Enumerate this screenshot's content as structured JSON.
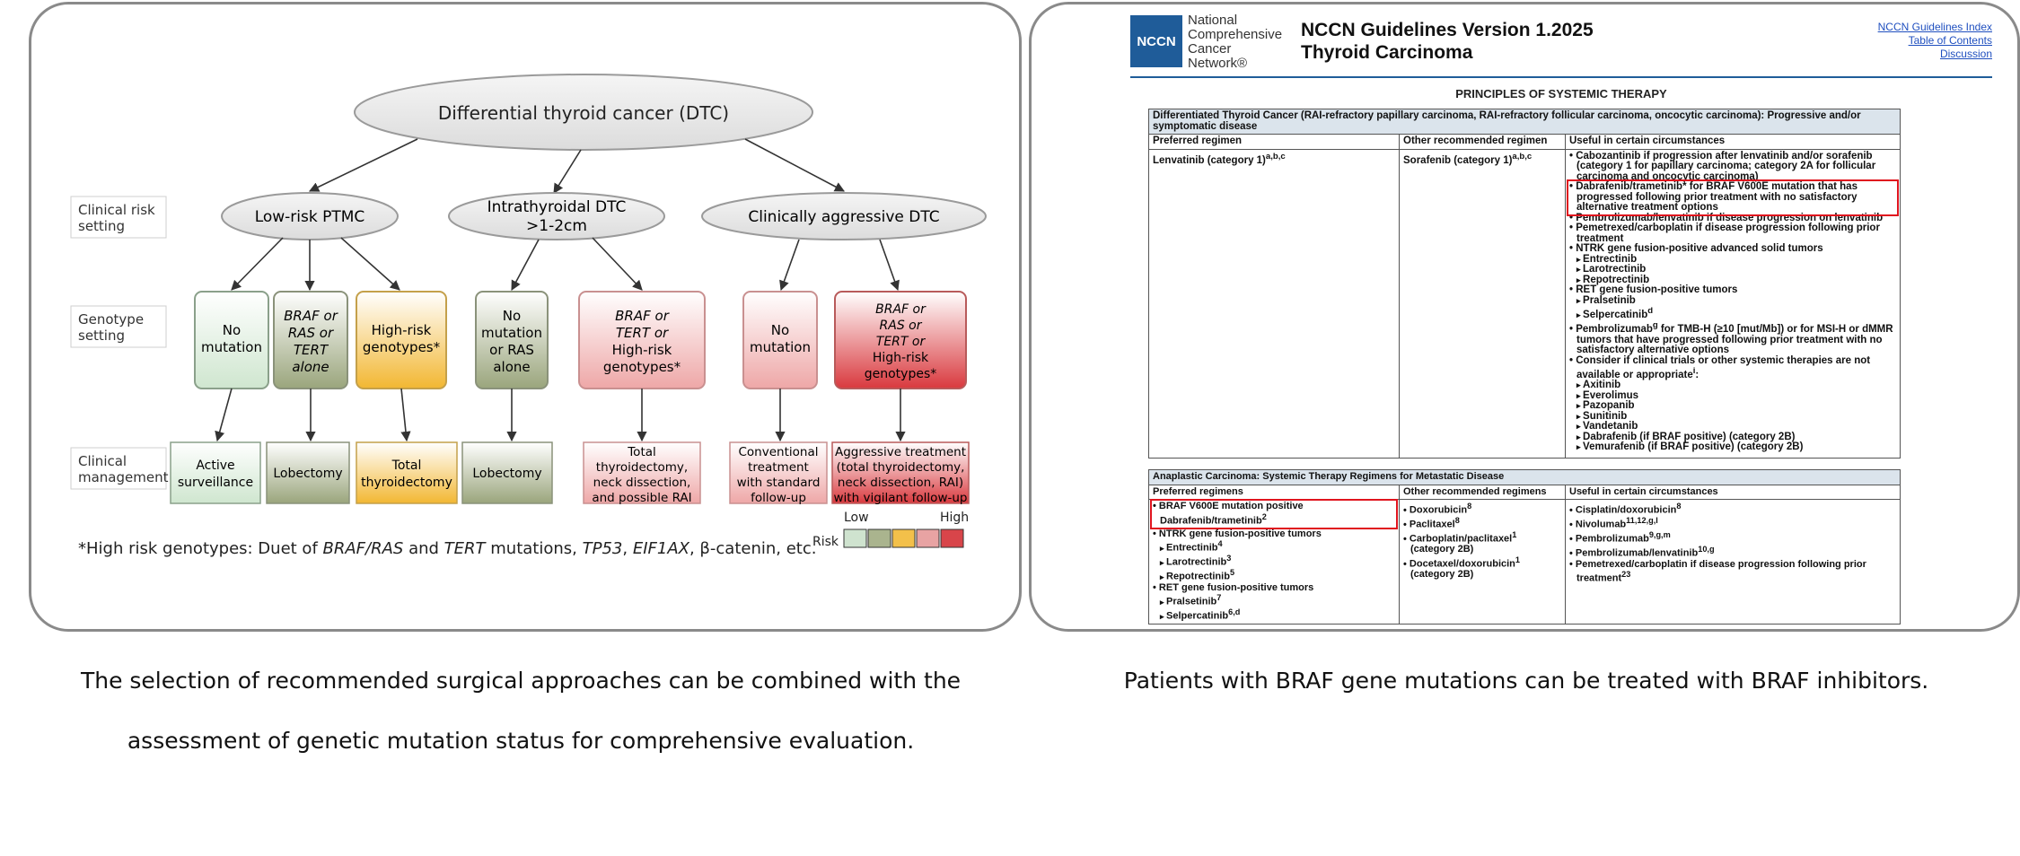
{
  "left": {
    "title_node": "Differential thyroid cancer (DTC)",
    "categories": [
      {
        "label": "Low-risk PTMC"
      },
      {
        "label_line1": "Intrathyroidal DTC",
        "label_line2": ">1-2cm"
      },
      {
        "label": "Clinically aggressive DTC"
      }
    ],
    "row_labels": {
      "clinical_risk": [
        "Clinical risk",
        "setting"
      ],
      "genotype": [
        "Genotype",
        "setting"
      ],
      "management": [
        "Clinical",
        "management"
      ]
    },
    "genotypes": [
      [
        "No",
        "mutation"
      ],
      [
        "BRAF or",
        "RAS or",
        "TERT",
        "alone"
      ],
      [
        "High-risk",
        "genotypes*"
      ],
      [
        "No",
        "mutation",
        "or RAS",
        "alone"
      ],
      [
        "BRAF or",
        "TERT or",
        "High-risk",
        "genotypes*"
      ],
      [
        "No",
        "mutation"
      ],
      [
        "BRAF or",
        "RAS or",
        "TERT or",
        "High-risk",
        "genotypes*"
      ]
    ],
    "managements": [
      [
        "Active",
        "surveillance"
      ],
      [
        "Lobectomy"
      ],
      [
        "Total",
        "thyroidectomy"
      ],
      [
        "Lobectomy"
      ],
      [
        "Total",
        "thyroidectomy,",
        "neck dissection,",
        "and possible RAI"
      ],
      [
        "Conventional",
        "treatment",
        "with standard",
        "follow-up"
      ],
      [
        "Aggressive treatment",
        "(total thyroidectomy,",
        "neck dissection, RAI)",
        "with vigilant follow-up"
      ]
    ],
    "footnote": {
      "p1": "*High risk genotypes: Duet of ",
      "braf_ras": "BRAF/RAS",
      "p2": " and ",
      "tert": "TERT",
      "p3": " mutations, ",
      "tp53": "TP53",
      "p4": ", ",
      "eif1ax": "EIF1AX",
      "p5": ", β-catenin, etc."
    },
    "risk_legend": {
      "label": "Risk",
      "low": "Low",
      "high": "High",
      "colors": [
        "#cfe3cf",
        "#aab48e",
        "#f3c04a",
        "#e8a3a3",
        "#d8454a"
      ]
    },
    "colors": {
      "green": "#d9ecd8",
      "olive": "#a6b08a",
      "amber": "#f3bf45",
      "pink": "#f1c6c6",
      "red": "#e05558"
    }
  },
  "right": {
    "logo_text": "NCCN",
    "org_lines": [
      "National",
      "Comprehensive",
      "Cancer",
      "Network®"
    ],
    "guide_version": "NCCN Guidelines Version 1.2025",
    "guide_topic": "Thyroid Carcinoma",
    "links": [
      "NCCN Guidelines Index",
      "Table of Contents",
      "Discussion"
    ],
    "section_title": "PRINCIPLES OF SYSTEMIC THERAPY",
    "table1": {
      "title": "Differentiated Thyroid Cancer (RAI-refractory papillary carcinoma, RAI-refractory follicular carcinoma, oncocytic carcinoma): Progressive and/or symptomatic disease",
      "headers": [
        "Preferred regimen",
        "Other recommended regimen",
        "Useful in certain circumstances"
      ],
      "preferred": "Lenvatinib (category 1)",
      "preferred_sup": "a,b,c",
      "other": "Sorafenib (category 1)",
      "other_sup": "a,b,c",
      "useful_1": "Cabozantinib if progression after lenvatinib and/or sorafenib (category 1 for papillary carcinoma; category 2A for follicular carcinoma and oncocytic carcinoma)",
      "useful_2": "Dabrafenib/trametinib* for BRAF V600E mutation that has progressed following prior treatment with no satisfactory alternative treatment options",
      "useful_3": "Pembrolizumab/lenvatinib if disease progression on lenvatinib",
      "useful_4": "Pemetrexed/carboplatin if disease progression following prior treatment",
      "useful_5": "NTRK gene fusion-positive advanced solid tumors",
      "useful_5a": "Entrectinib",
      "useful_5b": "Larotrectinib",
      "useful_5c": "Repotrectinib",
      "useful_6": "RET gene fusion-positive tumors",
      "useful_6a": "Pralsetinib",
      "useful_6b": "Selpercatinib",
      "useful_6b_sup": "d",
      "useful_7": "Pembrolizumab",
      "useful_7_sup": "g",
      "useful_7_rest": " for TMB-H (≥10 [mut/Mb]) or for MSI-H or dMMR tumors that have progressed following prior treatment with no satisfactory alternative options",
      "useful_8": "Consider if clinical trials or other systemic therapies are not available or appropriate",
      "useful_8_sup": "i",
      "useful_8a": "Axitinib",
      "useful_8b": "Everolimus",
      "useful_8c": "Pazopanib",
      "useful_8d": "Sunitinib",
      "useful_8e": "Vandetanib",
      "useful_8f": "Dabrafenib (if BRAF positive) (category 2B)",
      "useful_8g": "Vemurafenib (if BRAF positive) (category 2B)"
    },
    "table2": {
      "title": "Anaplastic Carcinoma: Systemic Therapy Regimens for Metastatic Disease",
      "headers": [
        "Preferred regimens",
        "Other recommended regimens",
        "Useful in certain circumstances"
      ],
      "pref_1": "BRAF V600E mutation positive",
      "pref_1a": "Dabrafenib/trametinib",
      "pref_1a_sup": "2",
      "pref_2": "NTRK gene fusion-positive tumors",
      "pref_2a": "Entrectinib",
      "pref_2a_sup": "4",
      "pref_2b": "Larotrectinib",
      "pref_2b_sup": "3",
      "pref_2c": "Repotrectinib",
      "pref_2c_sup": "5",
      "pref_3": "RET gene fusion-positive tumors",
      "pref_3a": "Pralsetinib",
      "pref_3a_sup": "7",
      "pref_3b": "Selpercatinib",
      "pref_3b_sup": "6,d",
      "other_1": "Doxorubicin",
      "other_1_sup": "8",
      "other_2": "Paclitaxel",
      "other_2_sup": "8",
      "other_3": "Carboplatin/paclitaxel",
      "other_3_sup": "1",
      "other_3_note": "(category 2B)",
      "other_4": "Docetaxel/doxorubicin",
      "other_4_sup": "1",
      "other_4_note": "(category 2B)",
      "useful_1": "Cisplatin/doxorubicin",
      "useful_1_sup": "8",
      "useful_2": "Nivolumab",
      "useful_2_sup": "11,12,g,l",
      "useful_3": "Pembrolizumab",
      "useful_3_sup": "9,g,m",
      "useful_4": "Pembrolizumab/lenvatinib",
      "useful_4_sup": "10,g",
      "useful_5": "Pemetrexed/carboplatin if disease progression following prior treatment",
      "useful_5_sup": "23"
    }
  },
  "captions": {
    "left_line1": "The selection of recommended surgical approaches can be combined with the",
    "left_line2": "assessment of genetic mutation status for comprehensive evaluation.",
    "right": "Patients with BRAF gene mutations can be treated with BRAF inhibitors."
  }
}
